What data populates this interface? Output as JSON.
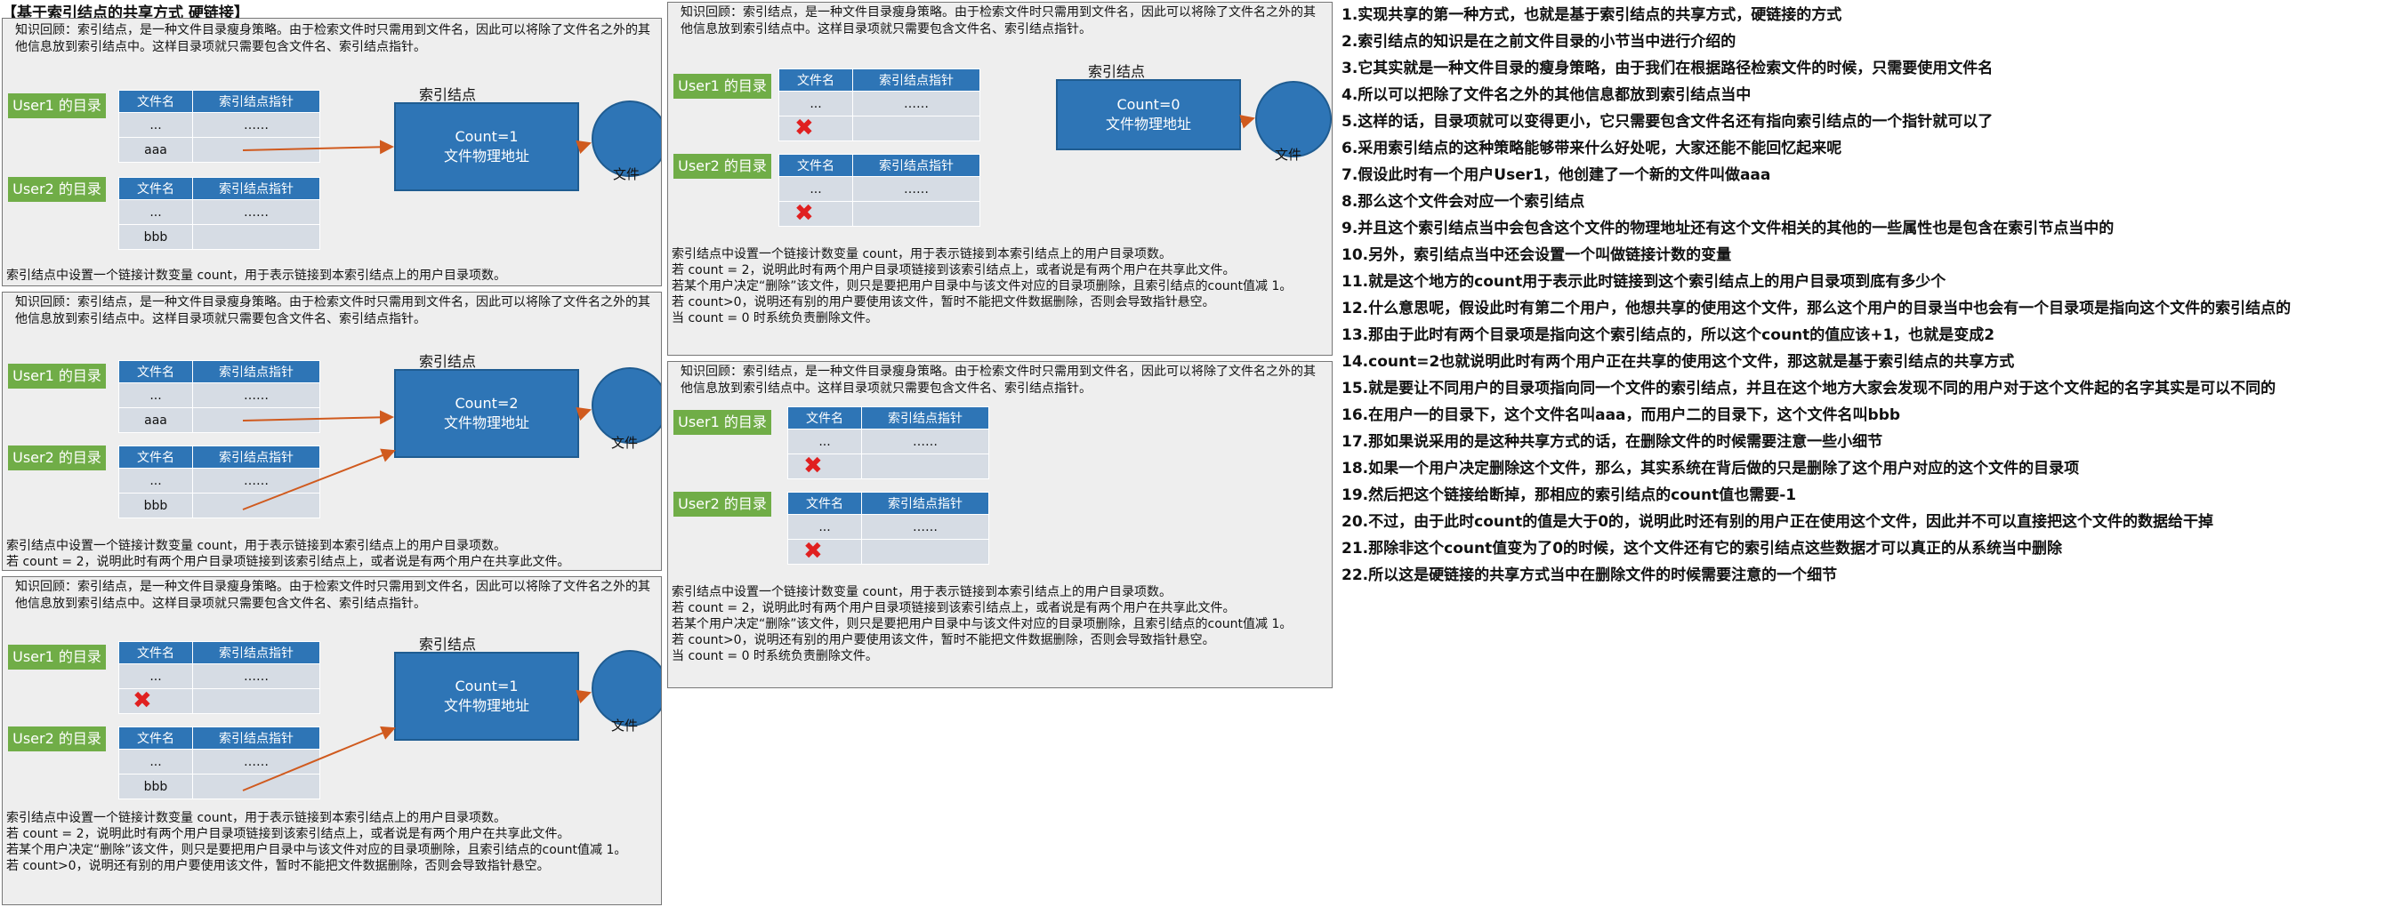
{
  "title": "【基于索引结点的共享方式 硬链接】",
  "intro": "知识回顾：索引结点，是一种文件目录瘦身策略。由于检索文件时只需用到文件名，因此可以将除了文件名之外的其他信息放到索引结点中。这样目录项就只需要包含文件名、索引结点指针。",
  "idx_title": "索引结点",
  "user1": "User1 的目录",
  "user2": "User2 的目录",
  "col_name": "文件名",
  "col_ptr": "索引结点指针",
  "dots_short": "...",
  "dots_long": "……",
  "file_aaa": "aaa",
  "file_bbb": "bbb",
  "file_label": "文件",
  "physaddr": "文件物理地址",
  "count1": "Count=1",
  "count2": "Count=2",
  "count0": "Count=0",
  "expl_count": "索引结点中设置一个链接计数变量 count，用于表示链接到本索引结点上的用户目录项数。",
  "expl_c2": "若 count = 2，说明此时有两个用户目录项链接到该索引结点上，或者说是有两个用户在共享此文件。",
  "expl_del": "若某个用户决定“删除”该文件，则只是要把用户目录中与该文件对应的目录项删除，且索引结点的count值减 1。",
  "expl_gt0": "若 count>0，说明还有别的用户要使用该文件，暂时不能把文件数据删除，否则会导致指针悬空。",
  "expl_eq0": "当 count = 0 时系统负责删除文件。",
  "steps": [
    "1.实现共享的第一种方式，也就是基于索引结点的共享方式，硬链接的方式",
    "2.索引结点的知识是在之前文件目录的小节当中进行介绍的",
    "3.它其实就是一种文件目录的瘦身策略，由于我们在根据路径检索文件的时候，只需要使用文件名",
    "4.所以可以把除了文件名之外的其他信息都放到索引结点当中",
    "5.这样的话，目录项就可以变得更小，它只需要包含文件名还有指向索引结点的一个指针就可以了",
    "6.采用索引结点的这种策略能够带来什么好处呢，大家还能不能回忆起来呢",
    "7.假设此时有一个用户User1，他创建了一个新的文件叫做aaa",
    "8.那么这个文件会对应一个索引结点",
    "9.并且这个索引结点当中会包含这个文件的物理地址还有这个文件相关的其他的一些属性也是包含在索引节点当中的",
    "10.另外，索引结点当中还会设置一个叫做链接计数的变量",
    "11.就是这个地方的count用于表示此时链接到这个索引结点上的用户目录项到底有多少个",
    "12.什么意思呢，假设此时有第二个用户，他想共享的使用这个文件，那么这个用户的目录当中也会有一个目录项是指向这个文件的索引结点的",
    "13.那由于此时有两个目录项是指向这个索引结点的，所以这个count的值应该+1，也就是变成2",
    "14.count=2也就说明此时有两个用户正在共享的使用这个文件，那这就是基于索引结点的共享方式",
    "15.就是要让不同用户的目录项指向同一个文件的索引结点，并且在这个地方大家会发现不同的用户对于这个文件起的名字其实是可以不同的",
    "16.在用户一的目录下，这个文件名叫aaa，而用户二的目录下，这个文件名叫bbb",
    "17.那如果说采用的是这种共享方式的话，在删除文件的时候需要注意一些小细节",
    "18.如果一个用户决定删除这个文件，那么，其实系统在背后做的只是删除了这个用户对应的这个文件的目录项",
    "19.然后把这个链接给断掉，那相应的索引结点的count值也需要-1",
    "20.不过，由于此时count的值是大于0的，说明此时还有别的用户正在使用这个文件，因此并不可以直接把这个文件的数据给干掉",
    "21.那除非这个count值变为了0的时候，这个文件还有它的索引结点这些数据才可以真正的从系统当中删除",
    "22.所以这是硬链接的共享方式当中在删除文件的时候需要注意的一个细节"
  ],
  "colors": {
    "green": "#70ad47",
    "blue": "#2e75b6",
    "cell": "#d6dce4",
    "arrow": "#d05a1e",
    "cross": "#e02020"
  }
}
